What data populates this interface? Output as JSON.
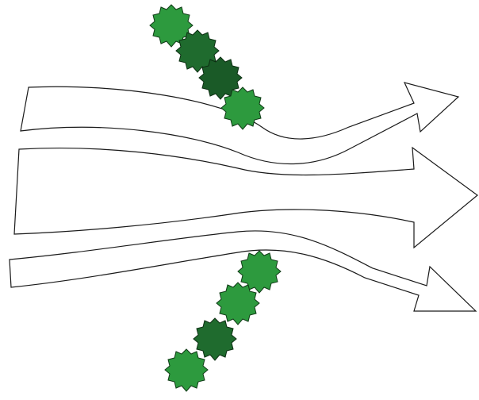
{
  "diagram": {
    "arrows": [
      {
        "name": "upper-flow-arrow"
      },
      {
        "name": "middle-flow-arrow"
      },
      {
        "name": "lower-flow-arrow"
      }
    ],
    "shrub_groups": [
      {
        "name": "upper-shrub-group",
        "shrubs": [
          {
            "color": "#2d9a3e"
          },
          {
            "color": "#1f6b2e"
          },
          {
            "color": "#1a5a27"
          },
          {
            "color": "#2d9a3e"
          }
        ]
      },
      {
        "name": "lower-shrub-group",
        "shrubs": [
          {
            "color": "#2d9a3e"
          },
          {
            "color": "#2d9a3e"
          },
          {
            "color": "#1f6b2e"
          },
          {
            "color": "#2d9a3e"
          }
        ]
      }
    ],
    "colors": {
      "arrow_fill": "#ffffff",
      "arrow_stroke": "#1a1a1a"
    }
  }
}
